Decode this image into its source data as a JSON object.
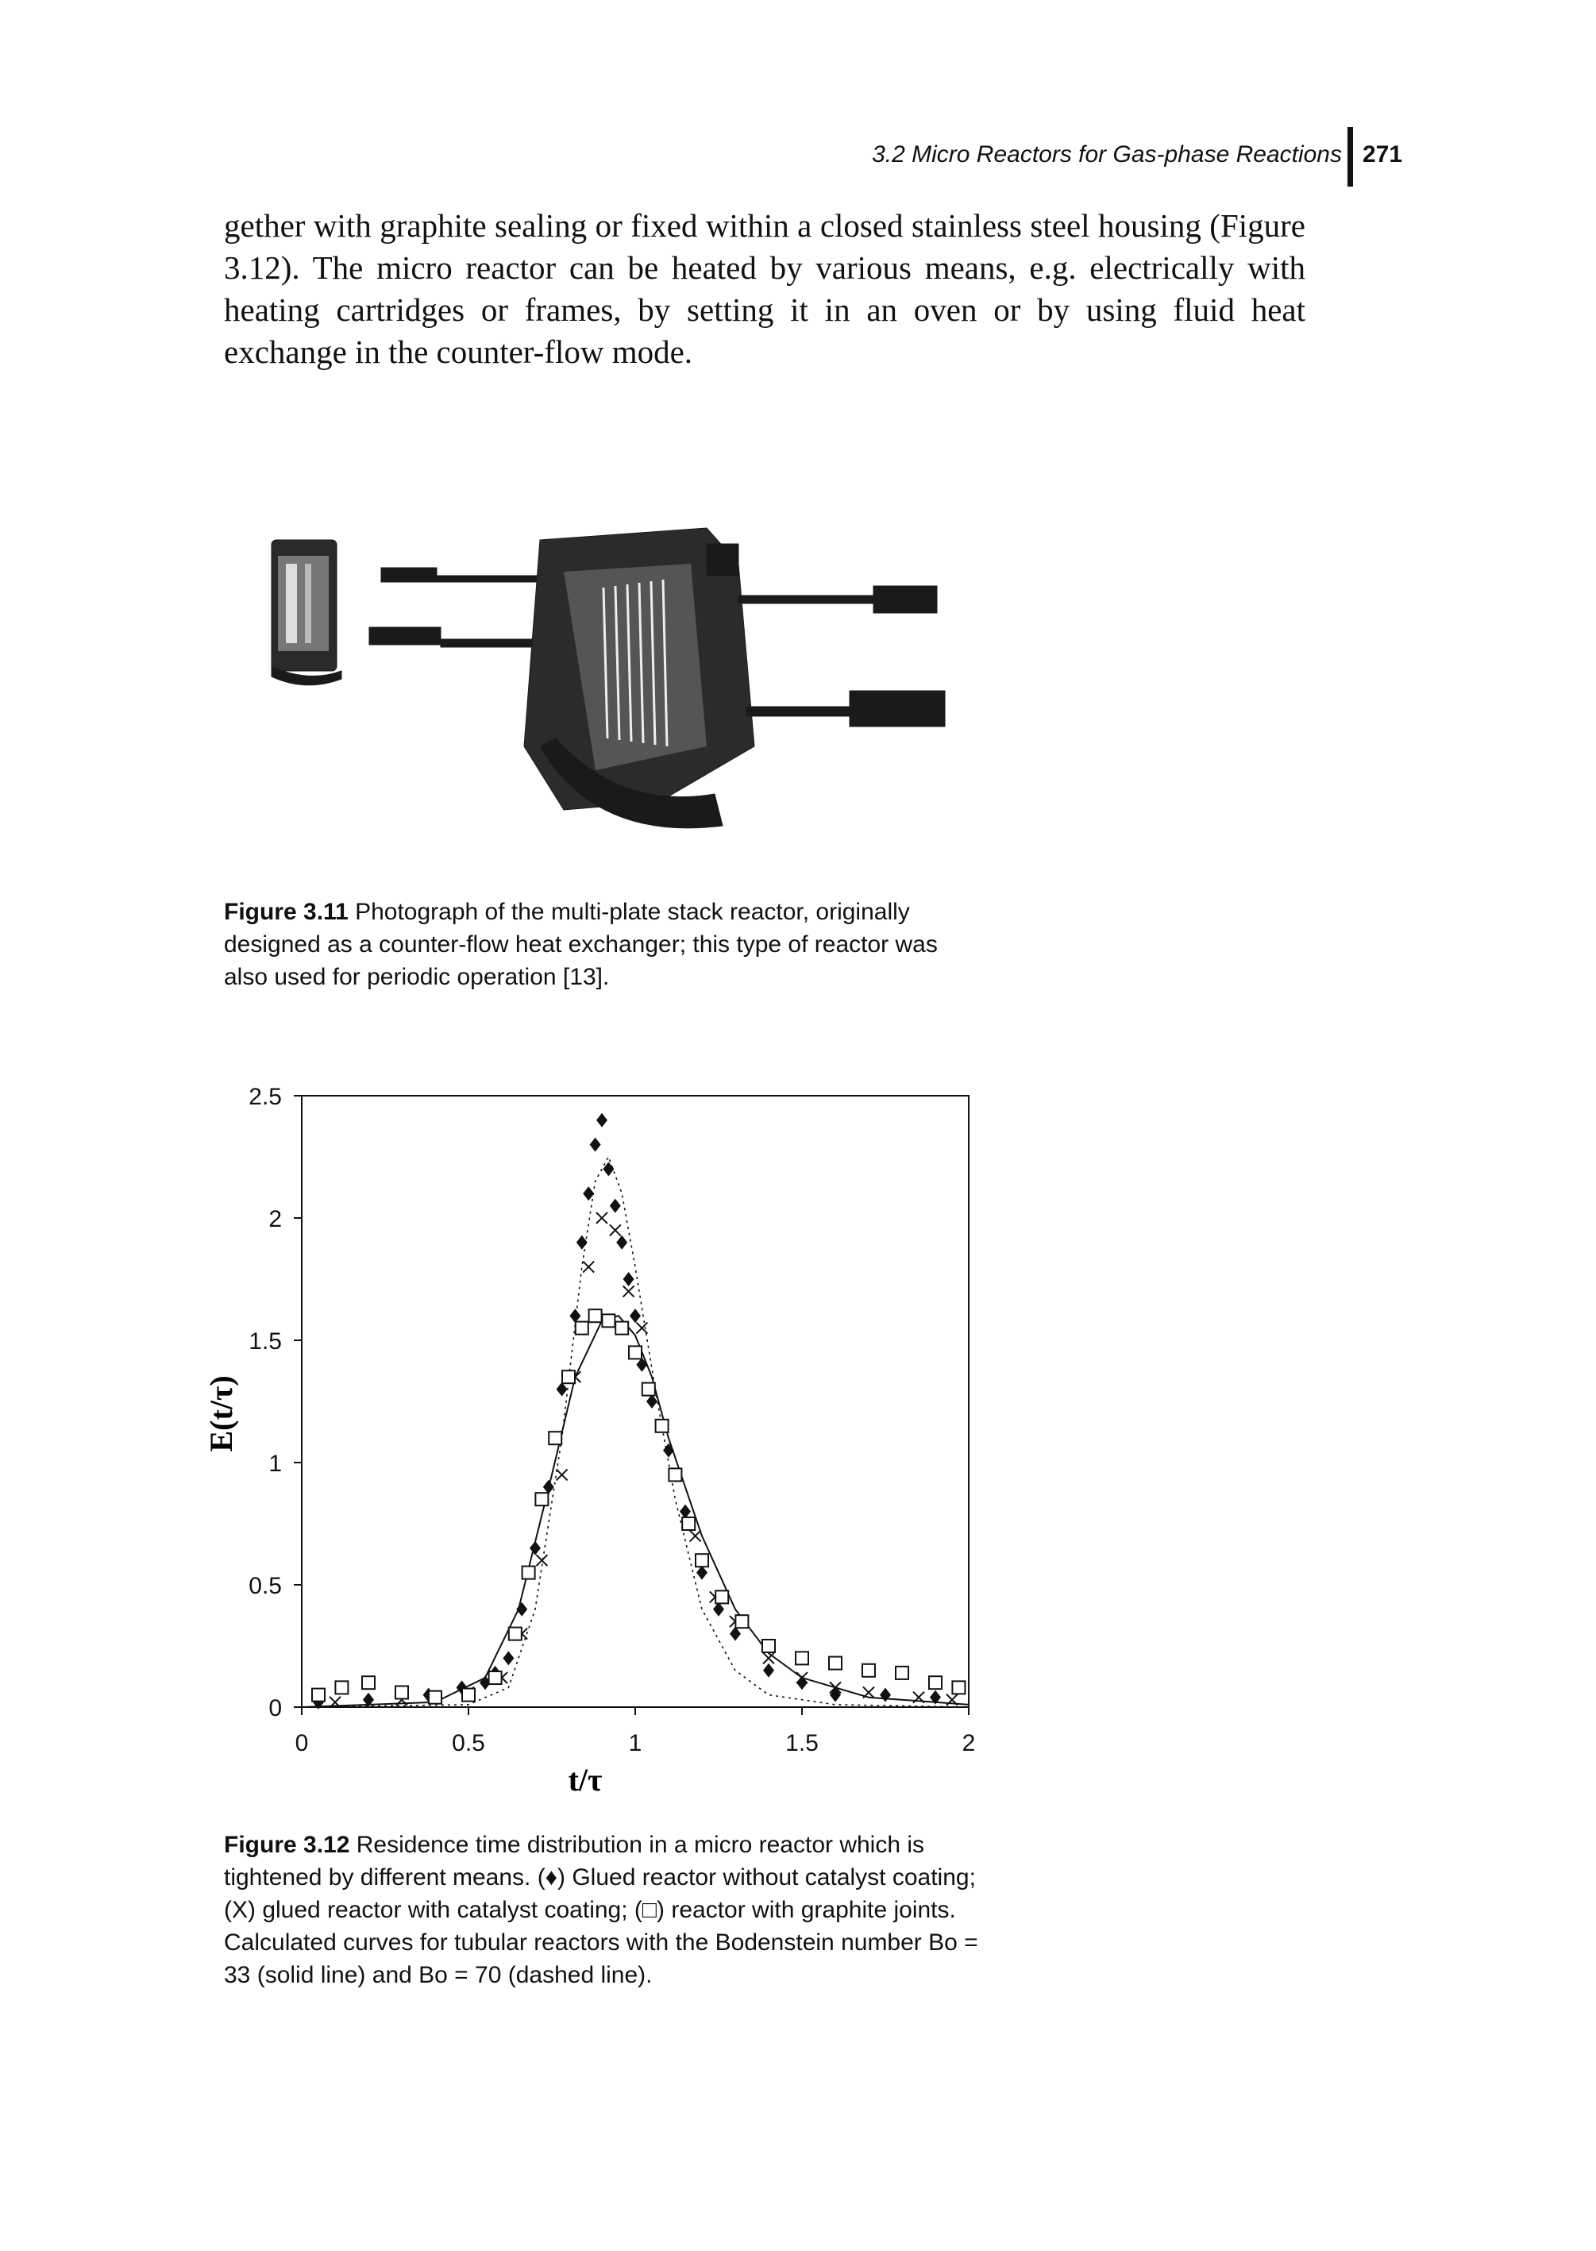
{
  "header": {
    "running_title": "3.2 Micro Reactors for Gas-phase Reactions",
    "page_number": "271"
  },
  "body_paragraph": "gether with graphite sealing or fixed within a closed stainless steel housing (Figure 3.12). The micro reactor can be heated by various means, e.g. electrically with heating cartridges or frames, by setting it in an oven or by using fluid heat exchange in the counter-flow mode.",
  "figure_3_11": {
    "label": "Figure 3.11",
    "caption": " Photograph of the multi-plate stack reactor, originally designed as a counter-flow heat exchanger; this type of reactor was also used for periodic operation [13]."
  },
  "figure_3_12": {
    "label": "Figure 3.12",
    "caption": " Residence time distribution in a micro reactor which is tightened by different means. (♦) Glued reactor without catalyst coating; (X) glued reactor with catalyst coating; (□) reactor with graphite joints. Calculated curves for tubular reactors with the Bodenstein number Bo = 33 (solid line) and Bo = 70 (dashed line)."
  },
  "chart_data": {
    "type": "scatter",
    "xlabel": "t/τ",
    "ylabel": "E(t/τ)",
    "xlim": [
      0,
      2
    ],
    "ylim": [
      0,
      2.5
    ],
    "x_ticks": [
      "0",
      "0.5",
      "1",
      "1.5",
      "2"
    ],
    "y_ticks": [
      "0",
      "0.5",
      "1",
      "1.5",
      "2",
      "2.5"
    ],
    "grid": false,
    "colors": {
      "ink": "#111111"
    },
    "series": [
      {
        "marker": "diamond",
        "points": [
          [
            0.05,
            0.02
          ],
          [
            0.2,
            0.03
          ],
          [
            0.38,
            0.05
          ],
          [
            0.48,
            0.08
          ],
          [
            0.55,
            0.1
          ],
          [
            0.58,
            0.14
          ],
          [
            0.62,
            0.2
          ],
          [
            0.66,
            0.4
          ],
          [
            0.7,
            0.65
          ],
          [
            0.74,
            0.9
          ],
          [
            0.78,
            1.3
          ],
          [
            0.82,
            1.6
          ],
          [
            0.84,
            1.9
          ],
          [
            0.86,
            2.1
          ],
          [
            0.88,
            2.3
          ],
          [
            0.9,
            2.4
          ],
          [
            0.92,
            2.2
          ],
          [
            0.94,
            2.05
          ],
          [
            0.96,
            1.9
          ],
          [
            0.98,
            1.75
          ],
          [
            1.0,
            1.6
          ],
          [
            1.02,
            1.4
          ],
          [
            1.05,
            1.25
          ],
          [
            1.1,
            1.05
          ],
          [
            1.15,
            0.8
          ],
          [
            1.2,
            0.55
          ],
          [
            1.25,
            0.4
          ],
          [
            1.3,
            0.3
          ],
          [
            1.4,
            0.15
          ],
          [
            1.5,
            0.1
          ],
          [
            1.6,
            0.05
          ],
          [
            1.75,
            0.05
          ],
          [
            1.9,
            0.04
          ]
        ]
      },
      {
        "marker": "cross",
        "points": [
          [
            0.1,
            0.02
          ],
          [
            0.3,
            0.03
          ],
          [
            0.5,
            0.06
          ],
          [
            0.6,
            0.12
          ],
          [
            0.66,
            0.3
          ],
          [
            0.72,
            0.6
          ],
          [
            0.78,
            0.95
          ],
          [
            0.82,
            1.35
          ],
          [
            0.86,
            1.8
          ],
          [
            0.9,
            2.0
          ],
          [
            0.94,
            1.95
          ],
          [
            0.98,
            1.7
          ],
          [
            1.02,
            1.55
          ],
          [
            1.08,
            1.15
          ],
          [
            1.12,
            0.95
          ],
          [
            1.18,
            0.7
          ],
          [
            1.24,
            0.45
          ],
          [
            1.3,
            0.35
          ],
          [
            1.4,
            0.2
          ],
          [
            1.5,
            0.12
          ],
          [
            1.6,
            0.08
          ],
          [
            1.7,
            0.06
          ],
          [
            1.85,
            0.04
          ],
          [
            1.95,
            0.03
          ]
        ]
      },
      {
        "marker": "square",
        "points": [
          [
            0.05,
            0.05
          ],
          [
            0.12,
            0.08
          ],
          [
            0.2,
            0.1
          ],
          [
            0.3,
            0.06
          ],
          [
            0.4,
            0.04
          ],
          [
            0.5,
            0.05
          ],
          [
            0.58,
            0.12
          ],
          [
            0.64,
            0.3
          ],
          [
            0.68,
            0.55
          ],
          [
            0.72,
            0.85
          ],
          [
            0.76,
            1.1
          ],
          [
            0.8,
            1.35
          ],
          [
            0.84,
            1.55
          ],
          [
            0.88,
            1.6
          ],
          [
            0.92,
            1.58
          ],
          [
            0.96,
            1.55
          ],
          [
            1.0,
            1.45
          ],
          [
            1.04,
            1.3
          ],
          [
            1.08,
            1.15
          ],
          [
            1.12,
            0.95
          ],
          [
            1.16,
            0.75
          ],
          [
            1.2,
            0.6
          ],
          [
            1.26,
            0.45
          ],
          [
            1.32,
            0.35
          ],
          [
            1.4,
            0.25
          ],
          [
            1.5,
            0.2
          ],
          [
            1.6,
            0.18
          ],
          [
            1.7,
            0.15
          ],
          [
            1.8,
            0.14
          ],
          [
            1.9,
            0.1
          ],
          [
            1.97,
            0.08
          ]
        ]
      },
      {
        "line": "solid",
        "name": "Bo = 33",
        "points": [
          [
            0.0,
            0.0
          ],
          [
            0.4,
            0.02
          ],
          [
            0.55,
            0.12
          ],
          [
            0.65,
            0.4
          ],
          [
            0.75,
            0.95
          ],
          [
            0.82,
            1.35
          ],
          [
            0.9,
            1.58
          ],
          [
            0.95,
            1.6
          ],
          [
            1.0,
            1.52
          ],
          [
            1.05,
            1.35
          ],
          [
            1.1,
            1.1
          ],
          [
            1.2,
            0.7
          ],
          [
            1.3,
            0.4
          ],
          [
            1.4,
            0.22
          ],
          [
            1.5,
            0.12
          ],
          [
            1.7,
            0.04
          ],
          [
            2.0,
            0.01
          ]
        ]
      },
      {
        "line": "dashed",
        "name": "Bo = 70",
        "points": [
          [
            0.0,
            0.0
          ],
          [
            0.5,
            0.01
          ],
          [
            0.62,
            0.08
          ],
          [
            0.7,
            0.4
          ],
          [
            0.78,
            1.1
          ],
          [
            0.84,
            1.8
          ],
          [
            0.88,
            2.15
          ],
          [
            0.92,
            2.25
          ],
          [
            0.96,
            2.1
          ],
          [
            1.0,
            1.8
          ],
          [
            1.06,
            1.3
          ],
          [
            1.12,
            0.85
          ],
          [
            1.2,
            0.4
          ],
          [
            1.3,
            0.15
          ],
          [
            1.4,
            0.05
          ],
          [
            1.6,
            0.01
          ],
          [
            2.0,
            0.0
          ]
        ]
      }
    ]
  }
}
